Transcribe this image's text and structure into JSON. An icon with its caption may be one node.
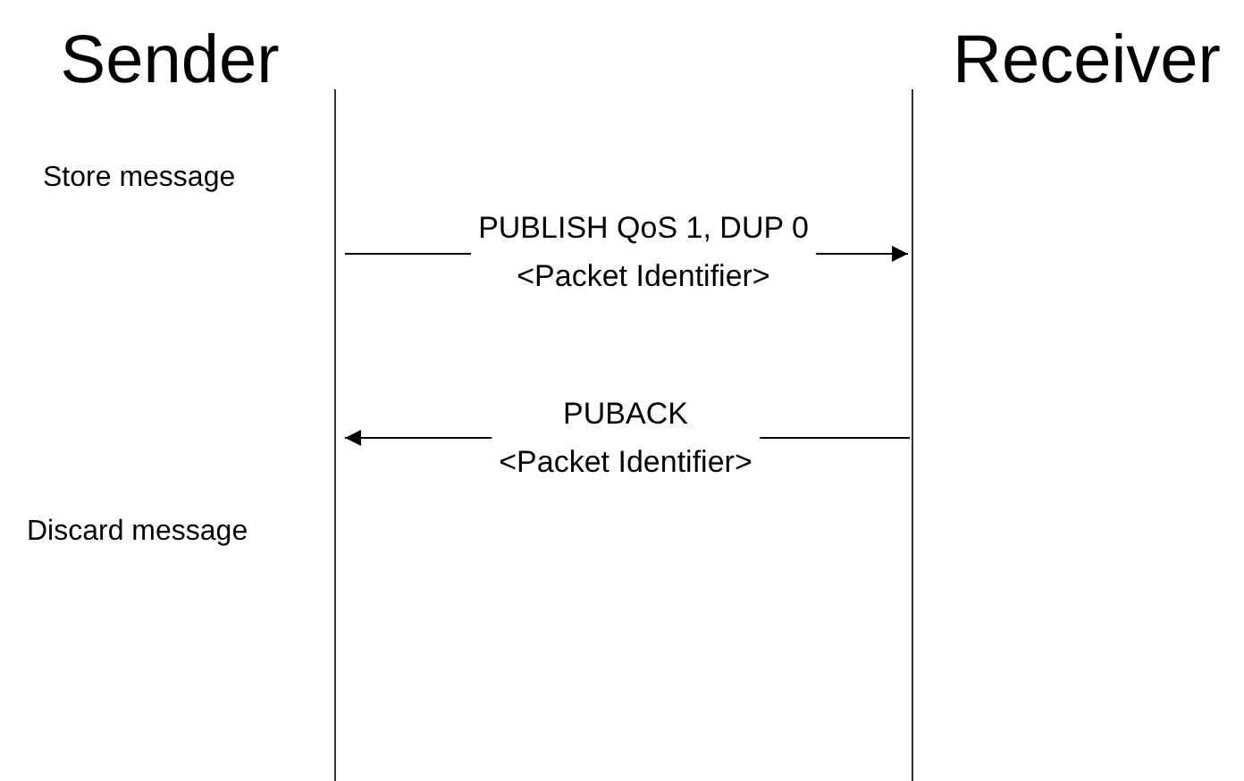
{
  "diagram": {
    "nodes": [
      {
        "text": [
          "Sender"
        ]
      },
      {
        "text": [
          "Receiver"
        ]
      }
    ],
    "edges": [
      {
        "from": 0,
        "to": 1,
        "arrow": "to",
        "label": "PUBLISH QoS 1, DUP 0 <Packet Identifier>"
      },
      {
        "from": 1,
        "to": 0,
        "arrow": "to",
        "label": "PUBACK <Packet Identifier>"
      }
    ],
    "labels": [
      "Store message",
      "Discard message"
    ]
  }
}
